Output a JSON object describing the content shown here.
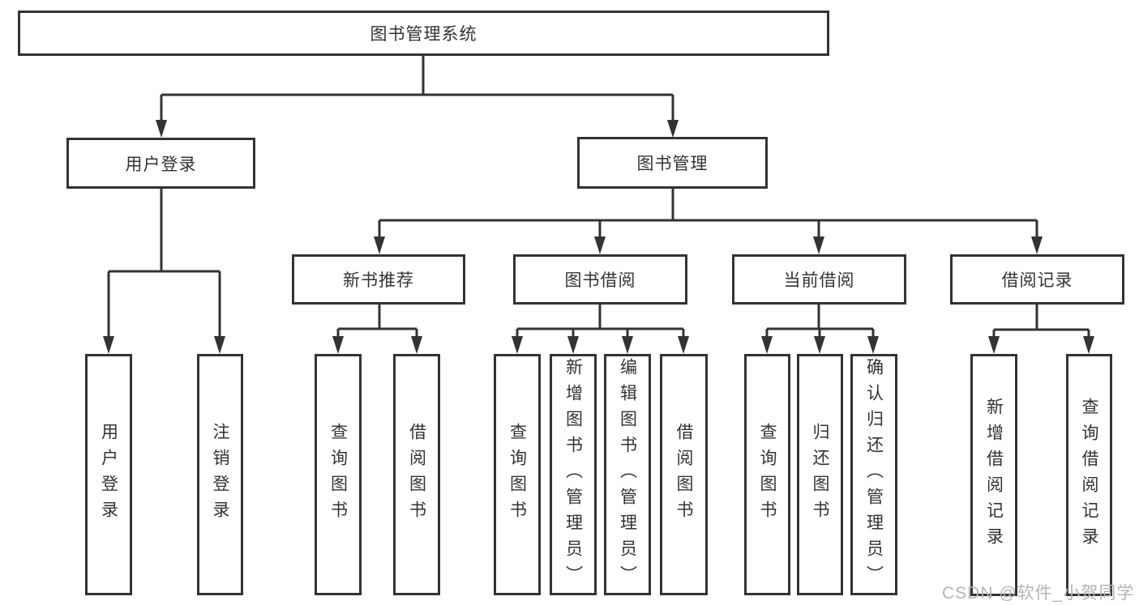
{
  "nodes": {
    "root": "图书管理系统",
    "user_login": "用户登录",
    "book_management": "图书管理",
    "new_book_recommend": "新书推荐",
    "book_borrow": "图书借阅",
    "current_borrow": "当前借阅",
    "borrow_records": "借阅记录",
    "leaves": {
      "user_login": [
        "用户登录",
        "注销登录"
      ],
      "new_book_recommend": [
        "查询图书",
        "借阅图书"
      ],
      "book_borrow": [
        "查询图书",
        "新增图书（管理员）",
        "编辑图书（管理员）",
        "借阅图书"
      ],
      "current_borrow": [
        "查询图书",
        "归还图书",
        "确认归还（管理员）"
      ],
      "borrow_records": [
        "新增借阅记录",
        "查询借阅记录"
      ]
    }
  },
  "watermark": {
    "text": "CSDN @软件_小贺同学"
  },
  "colors": {
    "line": "#333333",
    "text": "#333333",
    "background": "#ffffff",
    "watermark": "#b5b5b5"
  }
}
